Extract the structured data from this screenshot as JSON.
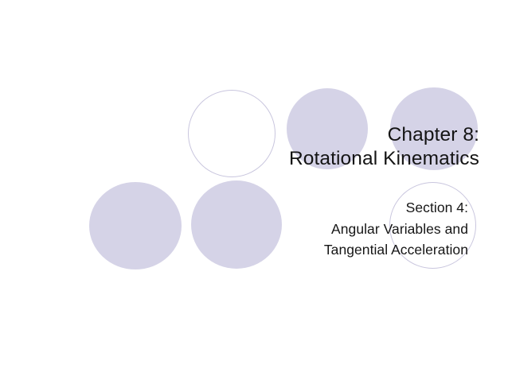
{
  "slide": {
    "background_color": "#ffffff",
    "title": {
      "lines": [
        "Chapter 8:",
        "Rotational Kinematics"
      ],
      "color": "#141414",
      "align": "right"
    },
    "subtitle": {
      "lines": [
        "Section 4:",
        "Angular Variables and",
        "Tangential Acceleration"
      ],
      "color": "#161616",
      "align": "right"
    },
    "decoration": {
      "fill_color": "#d5d3e7",
      "outline_color": "#c9c6de",
      "circles": [
        {
          "name": "circle-top-outline",
          "style": "outline"
        },
        {
          "name": "circle-top-mid",
          "style": "filled"
        },
        {
          "name": "circle-top-right",
          "style": "filled"
        },
        {
          "name": "circle-bottom-left",
          "style": "filled"
        },
        {
          "name": "circle-bottom-mid",
          "style": "filled"
        },
        {
          "name": "circle-bottom-outline",
          "style": "outline"
        }
      ]
    }
  }
}
